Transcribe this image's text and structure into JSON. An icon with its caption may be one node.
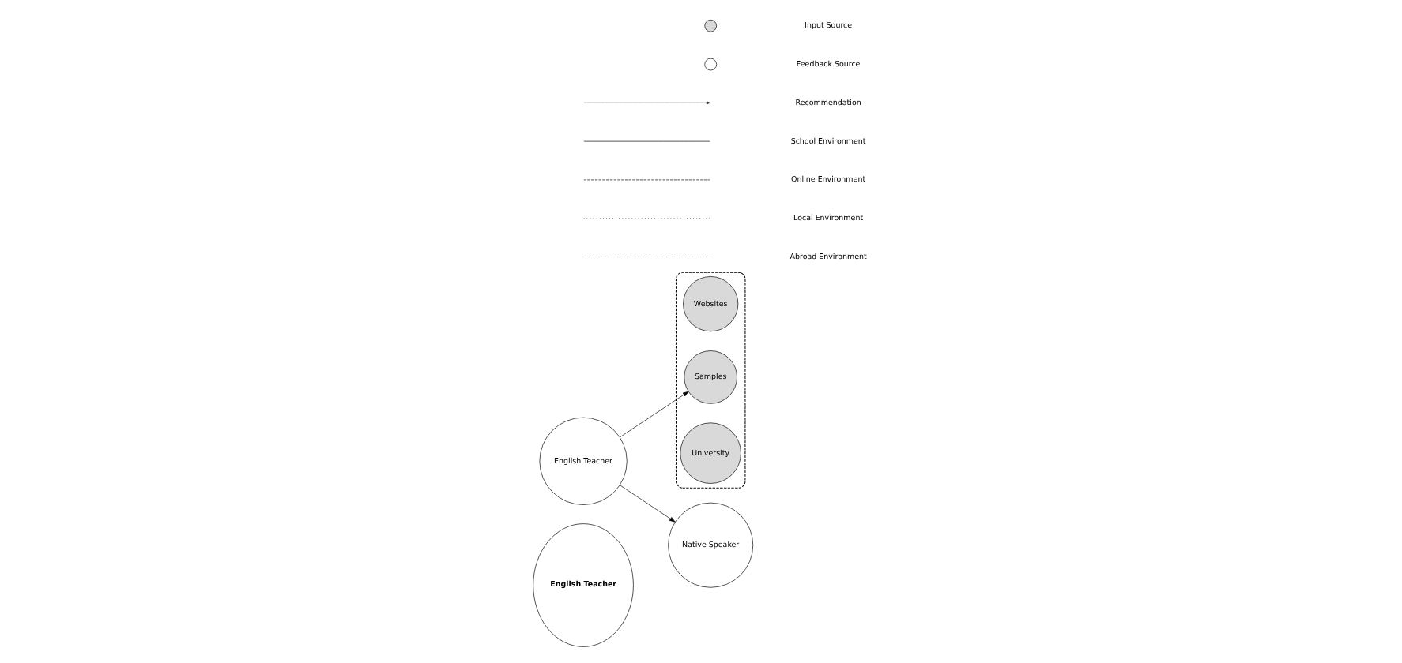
{
  "diagram": {
    "nodes": [
      {
        "text": [
          "English Teacher"
        ]
      },
      {
        "text": [],
        "shape": "ellipse"
      },
      {
        "text": [
          "Native Speaker"
        ]
      },
      {
        "text": [
          "English Teacher"
        ]
      },
      {
        "text": [
          "Websites"
        ],
        "in": 1
      },
      {
        "text": [
          "Samples"
        ],
        "in": 1
      },
      {
        "text": [
          "University"
        ],
        "in": 1
      }
    ],
    "edges": [
      {
        "from": 3,
        "to": 2,
        "arrow": "to"
      },
      {
        "from": 3,
        "to": 5,
        "arrow": "to"
      }
    ],
    "legend": [
      {
        "text": "Input Source"
      },
      {
        "text": "Feedback Source"
      },
      {
        "text": "Recommendation"
      },
      {
        "text": "School Environment"
      },
      {
        "text": "Online Environment"
      },
      {
        "text": "Local Environment"
      },
      {
        "text": "Abroad Environment"
      }
    ]
  }
}
